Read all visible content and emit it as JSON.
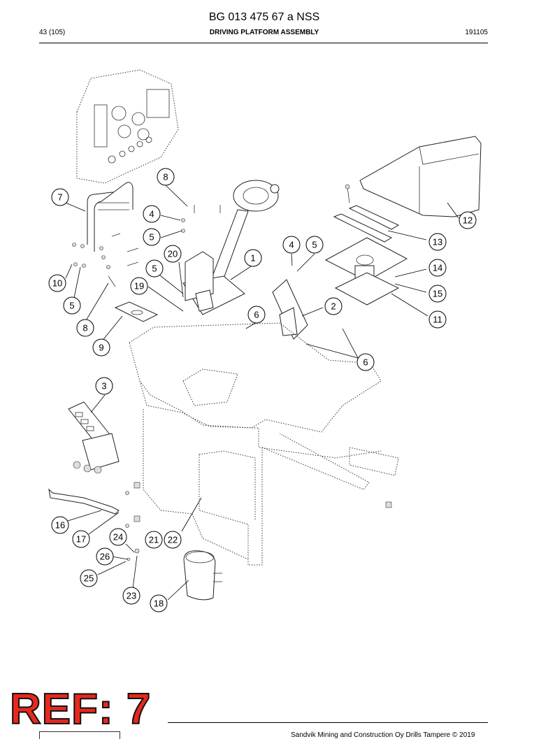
{
  "header": {
    "doc_number": "BG 013 475 67 a NSS",
    "page": "43 (105)",
    "title": "DRIVING PLATFORM ASSEMBLY",
    "date_code": "191105"
  },
  "stamp": "REF: 7",
  "footer": {
    "copyright": "Sandvik Mining and Construction Oy Drills Tampere © 2019"
  },
  "callouts": [
    "1",
    "2",
    "3",
    "4",
    "4",
    "5",
    "5",
    "5",
    "5",
    "6",
    "6",
    "7",
    "8",
    "8",
    "9",
    "10",
    "11",
    "12",
    "13",
    "14",
    "15",
    "16",
    "17",
    "18",
    "19",
    "20",
    "21",
    "22",
    "23",
    "24",
    "25",
    "26"
  ]
}
